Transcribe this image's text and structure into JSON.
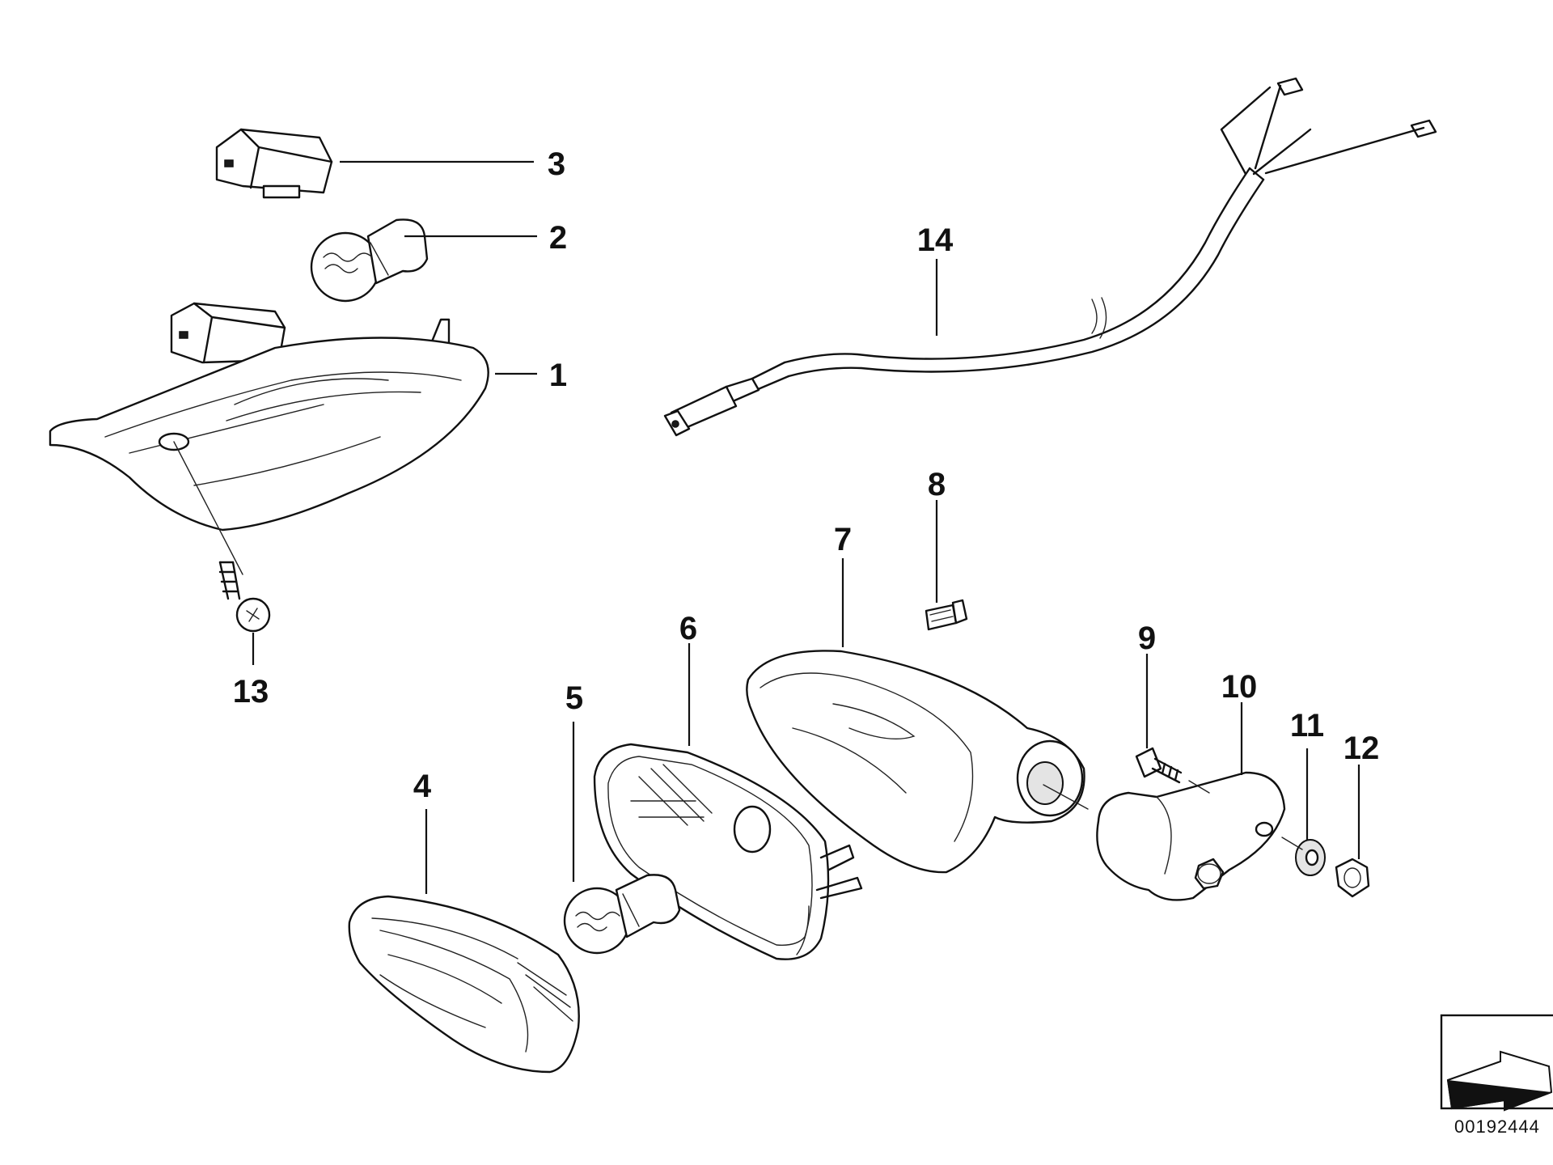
{
  "diagram": {
    "callouts": [
      "1",
      "2",
      "3",
      "4",
      "5",
      "6",
      "7",
      "8",
      "9",
      "10",
      "11",
      "12",
      "13",
      "14"
    ],
    "reference_number": "00192444",
    "direction_icon": "arrow-icon"
  }
}
